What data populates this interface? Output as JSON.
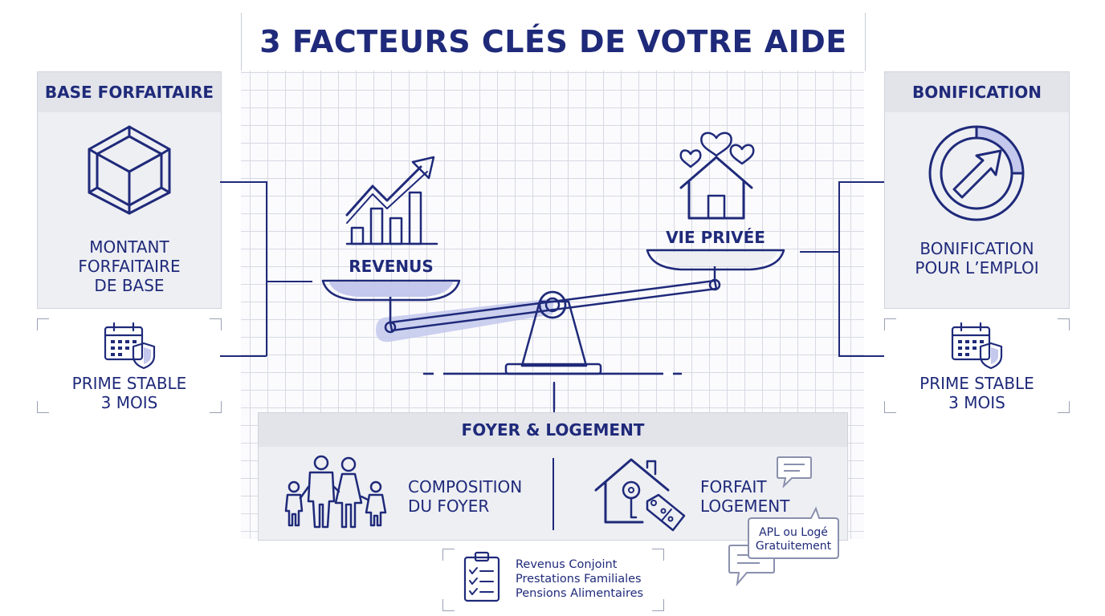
{
  "title": "3 FACTEURS CLÉS DE VOTRE AIDE",
  "left_panel": {
    "header": "BASE FORFAITAIRE",
    "icon": "cube-icon",
    "label_lines": [
      "MONTANT",
      "FORFAITAIRE",
      "DE BASE"
    ]
  },
  "left_sub": {
    "icon": "calendar-shield-icon",
    "label_lines": [
      "PRIME STABLE",
      "3 MOIS"
    ]
  },
  "right_panel": {
    "header": "BONIFICATION",
    "icon": "gauge-arrow-icon",
    "label_lines": [
      "BONIFICATION",
      "POUR L’EMPLOI"
    ]
  },
  "right_sub": {
    "icon": "calendar-shield-icon",
    "label_lines": [
      "PRIME STABLE",
      "3 MOIS"
    ]
  },
  "scale": {
    "left_label": "REVENUS",
    "left_icon": "growth-chart-icon",
    "right_label": "VIE PRIVÉE",
    "right_icon": "house-hearts-icon"
  },
  "bottom_panel": {
    "header": "FOYER & LOGEMENT",
    "left_icon": "family-icon",
    "left_label_lines": [
      "COMPOSITION",
      "DU FOYER"
    ],
    "right_icon": "house-key-tag-icon",
    "right_label_lines": [
      "FORFAIT",
      "LOGEMENT"
    ]
  },
  "bubble": {
    "icon": "speech-bubble-icon",
    "lines": [
      "APL ou Logé",
      "Gratuitement"
    ]
  },
  "checklist": {
    "icon": "clipboard-checklist-icon",
    "items": [
      "Revenus Conjoint",
      "Prestations Familiales",
      "Pensions Alimentaires"
    ]
  },
  "colors": {
    "ink": "#1f2a7a",
    "accent": "#c3c8ec",
    "panel": "#eeeff3",
    "panel_header": "#e3e4ea"
  }
}
